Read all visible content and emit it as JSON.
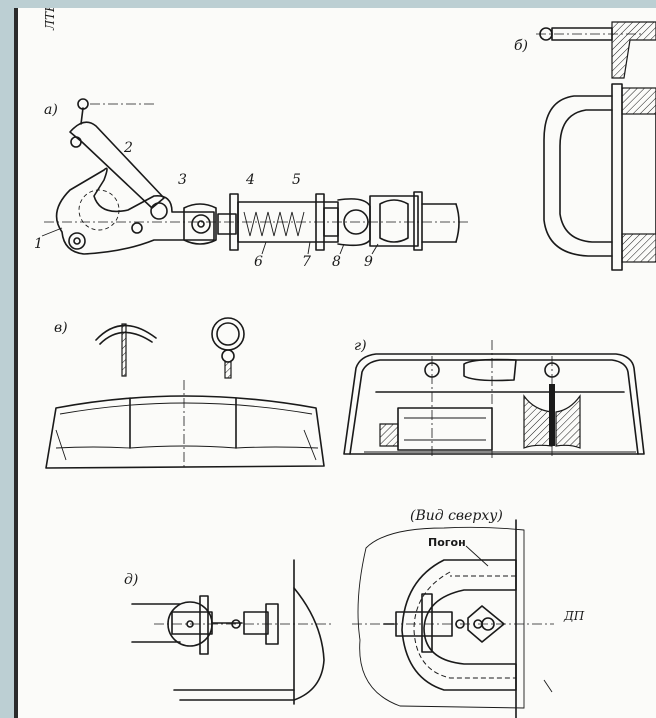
{
  "margin_mark": "ЛТЕ",
  "panels": {
    "a": {
      "label": "а)",
      "numbers": [
        "1",
        "2",
        "3",
        "4",
        "5",
        "6",
        "7",
        "8",
        "9"
      ]
    },
    "b": {
      "label": "б)"
    },
    "v": {
      "label": "в)"
    },
    "g": {
      "label": "г)"
    },
    "d": {
      "label": "д)",
      "view_caption": "(Вид сверху)",
      "pogon": "Погон",
      "dp": "ДП"
    }
  }
}
